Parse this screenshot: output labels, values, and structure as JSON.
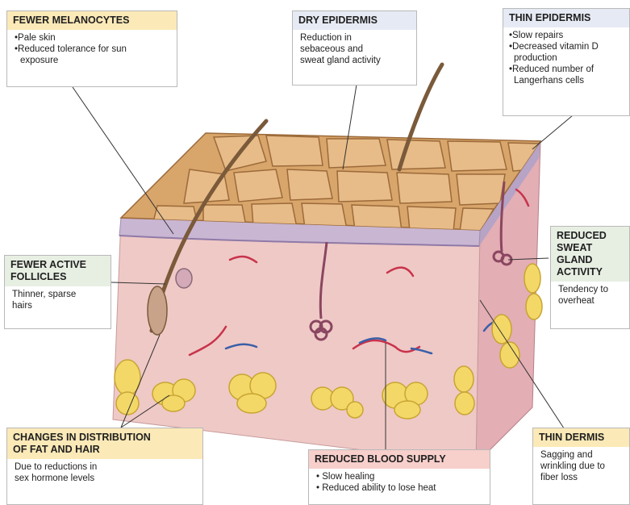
{
  "colors": {
    "epidermis_surface": "#d8a56b",
    "epidermis_crack": "#9c6a3a",
    "dermis": "#efc9c6",
    "dermis_side": "#e3aeb4",
    "fat": "#f3d868",
    "hair": "#7a5a3a",
    "artery": "#c8334b",
    "vein": "#3a5fa8"
  },
  "labels": {
    "fewer_melanocytes": {
      "title": "FEWER MELANOCYTES",
      "lines": [
        "•Pale skin",
        "•Reduced tolerance for sun",
        "  exposure"
      ]
    },
    "dry_epidermis": {
      "title": "DRY EPIDERMIS",
      "lines": [
        "Reduction in",
        "sebaceous and",
        "sweat gland activity"
      ]
    },
    "thin_epidermis": {
      "title": "THIN EPIDERMIS",
      "lines": [
        "•Slow repairs",
        "•Decreased vitamin D",
        " production",
        "•Reduced number of",
        " Langerhans cells"
      ]
    },
    "fewer_active_follicles": {
      "title_lines": [
        "FEWER ACTIVE",
        "FOLLICLES"
      ],
      "lines": [
        "Thinner, sparse",
        "hairs"
      ]
    },
    "reduced_sweat_gland": {
      "title_lines": [
        "REDUCED",
        "SWEAT",
        "GLAND",
        "ACTIVITY"
      ],
      "lines": [
        "Tendency to",
        "overheat"
      ]
    },
    "changes_fat_hair": {
      "title_lines": [
        "CHANGES IN DISTRIBUTION",
        "OF FAT AND HAIR"
      ],
      "lines": [
        "Due to reductions in",
        "sex hormone levels"
      ]
    },
    "reduced_blood_supply": {
      "title": "REDUCED BLOOD SUPPLY",
      "lines": [
        "• Slow healing",
        "• Reduced ability to lose heat"
      ]
    },
    "thin_dermis": {
      "title": "THIN DERMIS",
      "lines": [
        "Sagging and",
        "wrinkling due to",
        "fiber loss"
      ]
    }
  }
}
